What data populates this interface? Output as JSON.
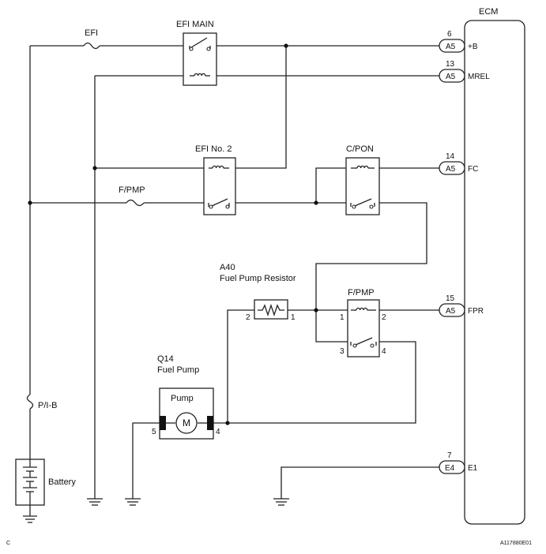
{
  "ecm": {
    "title": "ECM"
  },
  "fuses": {
    "efi": "EFI",
    "fpmp": "F/PMP",
    "pib": "P/I-B"
  },
  "relays": {
    "efi_main": "EFI MAIN",
    "efi_no2": "EFI No. 2",
    "cpon": "C/PON",
    "fpmp": "F/PMP",
    "fpmp_pins": {
      "p1": "1",
      "p2": "2",
      "p3": "3",
      "p4": "4"
    }
  },
  "resistor": {
    "code": "A40",
    "name": "Fuel Pump Resistor",
    "pin_left": "2",
    "pin_right": "1"
  },
  "pump": {
    "code": "Q14",
    "name": "Fuel Pump",
    "box_label": "Pump",
    "motor": "M",
    "pin_left": "5",
    "pin_right": "4"
  },
  "battery": {
    "label": "Battery"
  },
  "terminals": [
    {
      "pin": "6",
      "connector": "A5",
      "name": "+B"
    },
    {
      "pin": "13",
      "connector": "A5",
      "name": "MREL"
    },
    {
      "pin": "14",
      "connector": "A5",
      "name": "FC"
    },
    {
      "pin": "15",
      "connector": "A5",
      "name": "FPR"
    },
    {
      "pin": "7",
      "connector": "E4",
      "name": "E1"
    }
  ],
  "footer": {
    "left": "C",
    "right": "A117880E01"
  }
}
